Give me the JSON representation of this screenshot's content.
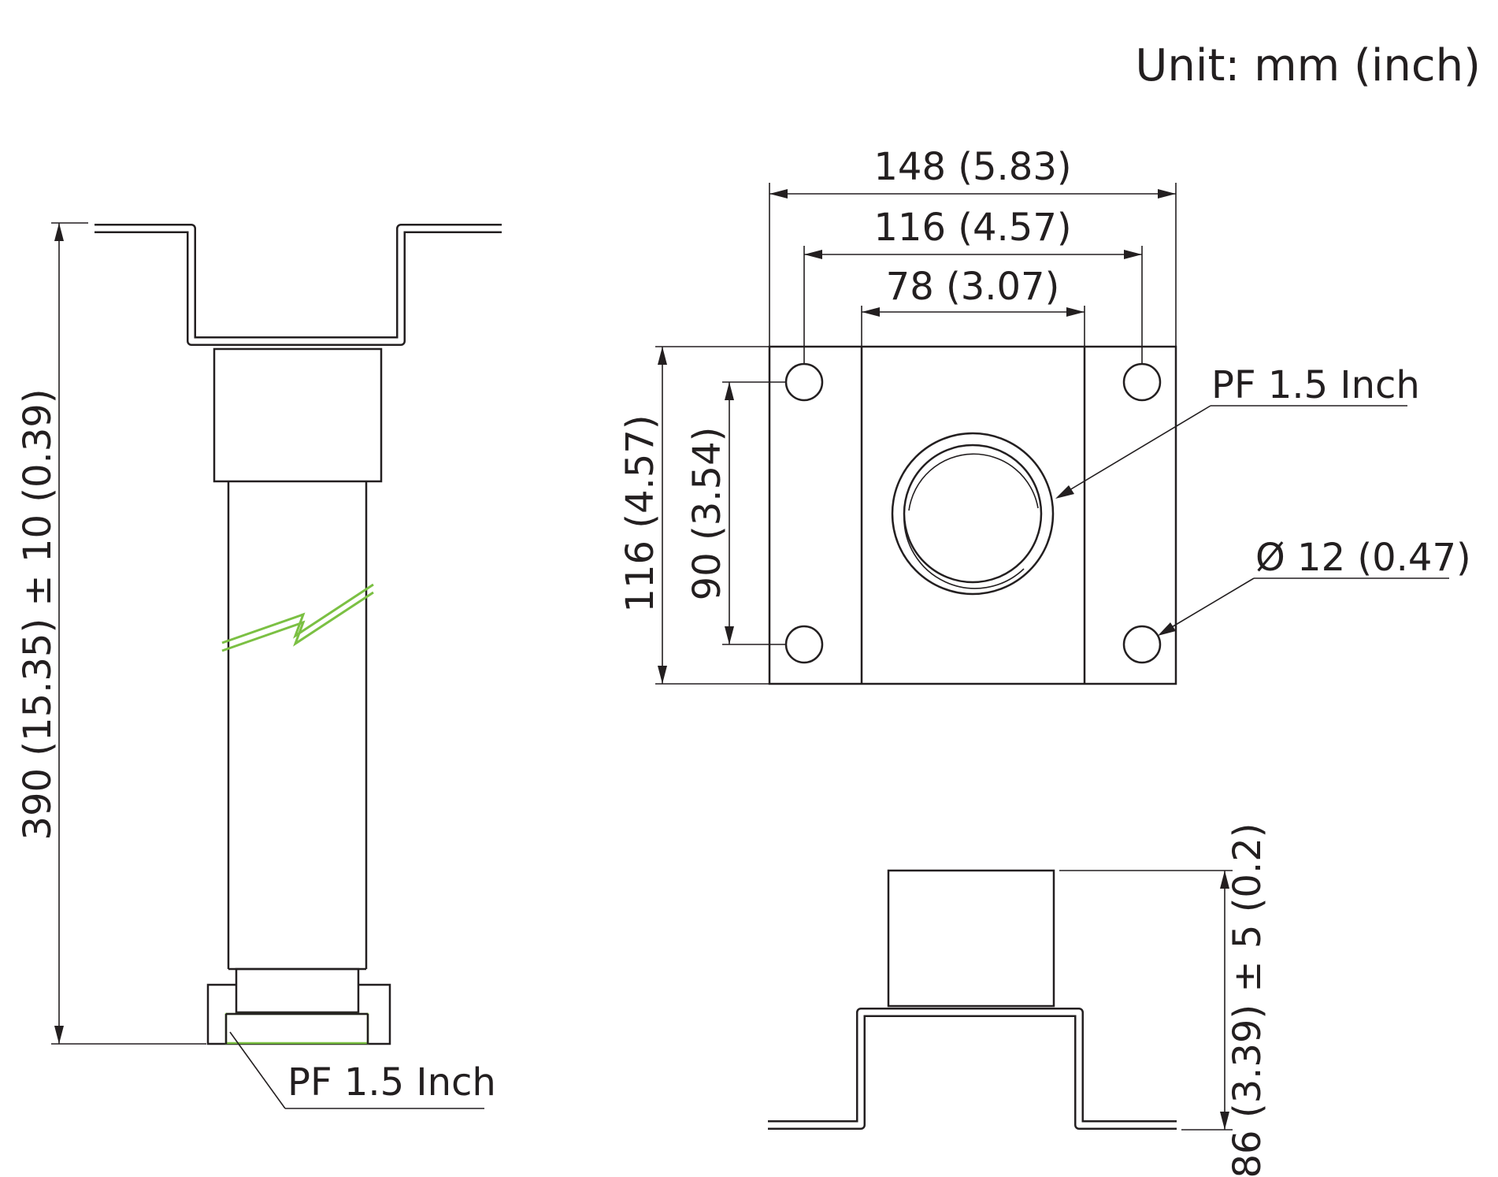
{
  "unit_label": "Unit: mm (inch)",
  "dimensions": {
    "overall_height": "390 (15.35) ± 10 (0.39)",
    "plate_width": "148 (5.83)",
    "hole_spacing_horizontal": "116 (4.57)",
    "inner_width": "78 (3.07)",
    "plate_height": "116 (4.57)",
    "hole_spacing_vertical": "90 (3.54)",
    "hole_diameter": "Ø 12 (0.47)",
    "bracket_height": "86 (3.39) ± 5 (0.2)"
  },
  "callouts": {
    "thread_side_view": "PF 1.5 Inch",
    "thread_top_view": "PF 1.5 Inch"
  },
  "colors": {
    "line": "#231f20",
    "break_mark": "#7bc043",
    "background": "#ffffff"
  }
}
